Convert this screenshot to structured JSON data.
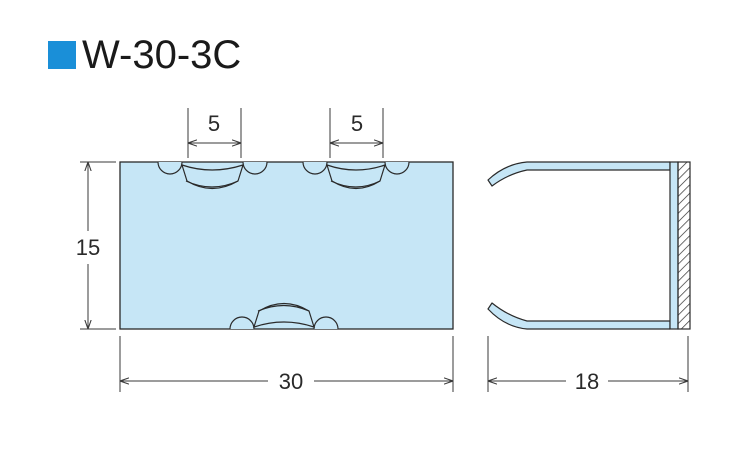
{
  "title": {
    "text": "W-30-3C",
    "marker_color": "#1a8fd8"
  },
  "colors": {
    "fill": "#c6e6f6",
    "line": "#2a2a2a",
    "dim": "#3a3a3a"
  },
  "dimensions": {
    "slot_width_left": "5",
    "slot_width_right": "5",
    "height": "15",
    "width": "30",
    "depth": "18"
  }
}
